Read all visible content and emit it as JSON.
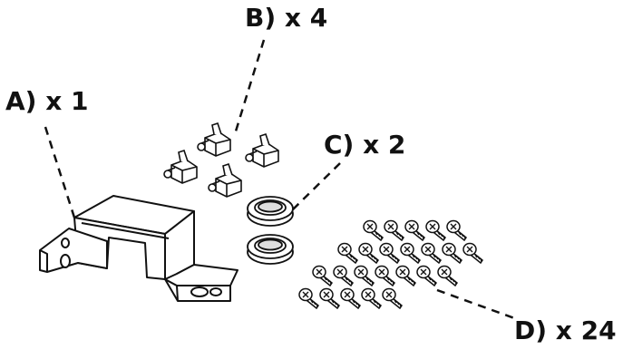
{
  "labels": {
    "a": "A) x 1",
    "b": "B) x 4",
    "c": "C) x 2",
    "d": "D) x 24"
  },
  "parts": {
    "b_count": 4,
    "c_count": 2,
    "d_count": 24
  }
}
